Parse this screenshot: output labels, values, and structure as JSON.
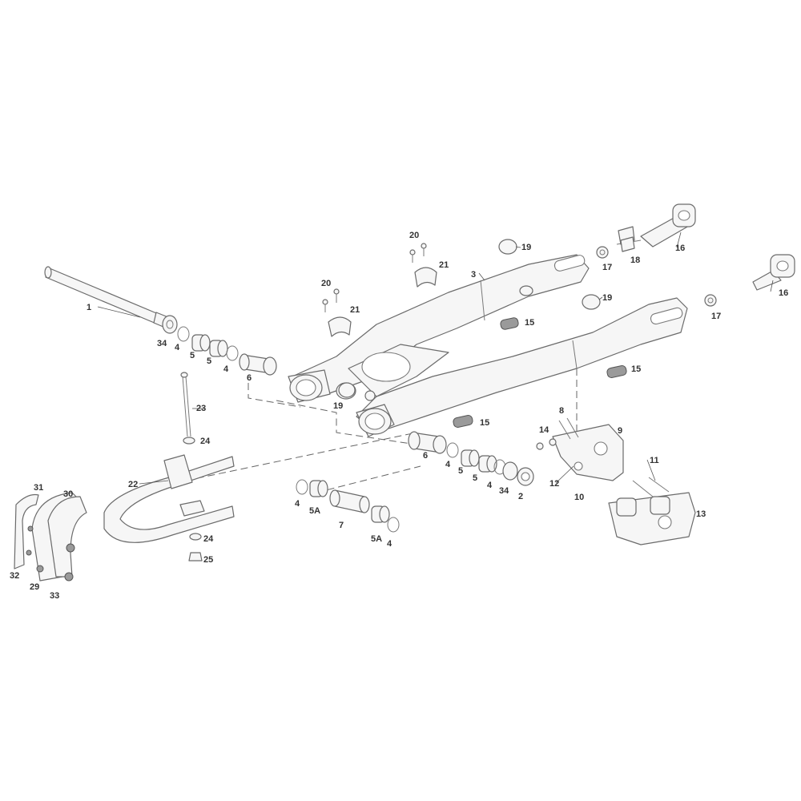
{
  "diagram": {
    "callouts": [
      "1",
      "2",
      "3",
      "4",
      "4",
      "4",
      "4",
      "4",
      "4",
      "5",
      "5",
      "5",
      "5A",
      "5A",
      "6",
      "6",
      "7",
      "8",
      "9",
      "10",
      "11",
      "12",
      "13",
      "14",
      "15",
      "15",
      "15",
      "16",
      "16",
      "17",
      "17",
      "18",
      "19",
      "19",
      "19",
      "20",
      "20",
      "21",
      "21",
      "22",
      "23",
      "24",
      "24",
      "25",
      "29",
      "30",
      "31",
      "32",
      "33",
      "34",
      "34"
    ]
  }
}
